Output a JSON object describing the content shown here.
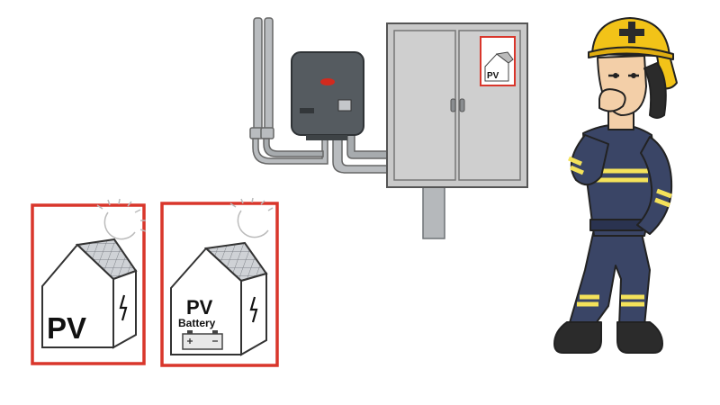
{
  "signs": {
    "pv_sign_label": "PV",
    "pv_battery_sign_label": "PV",
    "pv_battery_sign_sublabel": "Battery",
    "cabinet_sticker_label": "PV"
  },
  "colors": {
    "sign_border": "#d9362b",
    "cabinet": "#c9c9c9",
    "inverter": "#555b60",
    "inverter_led": "#d22a1e",
    "helmet": "#f2c318",
    "uniform": "#3a4566",
    "reflective_stripe": "#f4e25a",
    "skin": "#f3cfa8"
  },
  "icons": [
    "sun-icon",
    "solar-panel-icon",
    "lightning-bolt-icon",
    "battery-icon"
  ]
}
